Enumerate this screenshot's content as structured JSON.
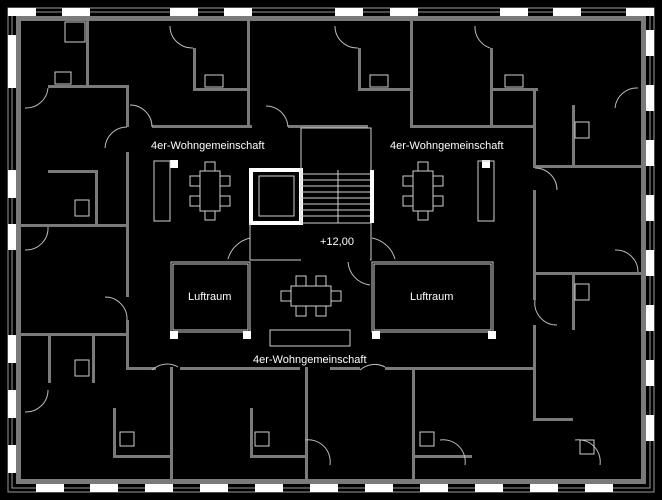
{
  "plan": {
    "labels": {
      "apartment_top_left": "4er-Wohngemeinschaft",
      "apartment_top_right": "4er-Wohngemeinschaft",
      "apartment_bottom": "4er-Wohngemeinschaft",
      "void_left": "Luftraum",
      "void_right": "Luftraum",
      "level": "+12,00"
    },
    "colors": {
      "background": "#000000",
      "wall": "#7a7a7a",
      "window": "#ffffff",
      "line": "#bdbdbd"
    }
  }
}
